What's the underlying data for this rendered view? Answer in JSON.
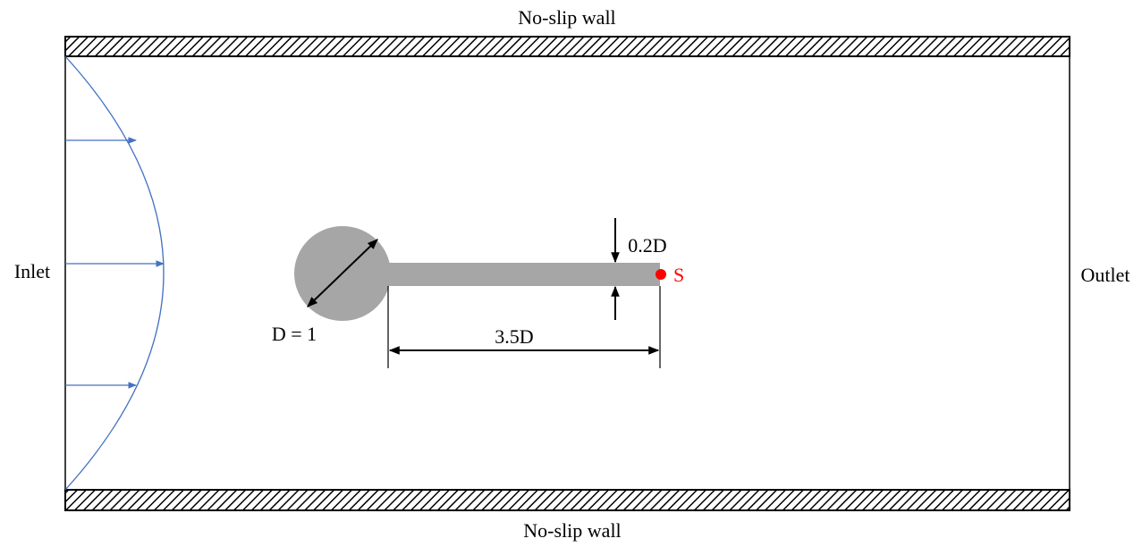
{
  "labels": {
    "top_wall": "No-slip wall",
    "bottom_wall": "No-slip wall",
    "inlet": "Inlet",
    "outlet": "Outlet",
    "diameter": "D = 1",
    "plate_length": "3.5D",
    "plate_thickness": "0.2D",
    "point": "S"
  },
  "colors": {
    "body": "#a6a6a6",
    "inlet_profile": "#4472c4",
    "point_marker": "#ff0000",
    "outline": "#000000"
  }
}
